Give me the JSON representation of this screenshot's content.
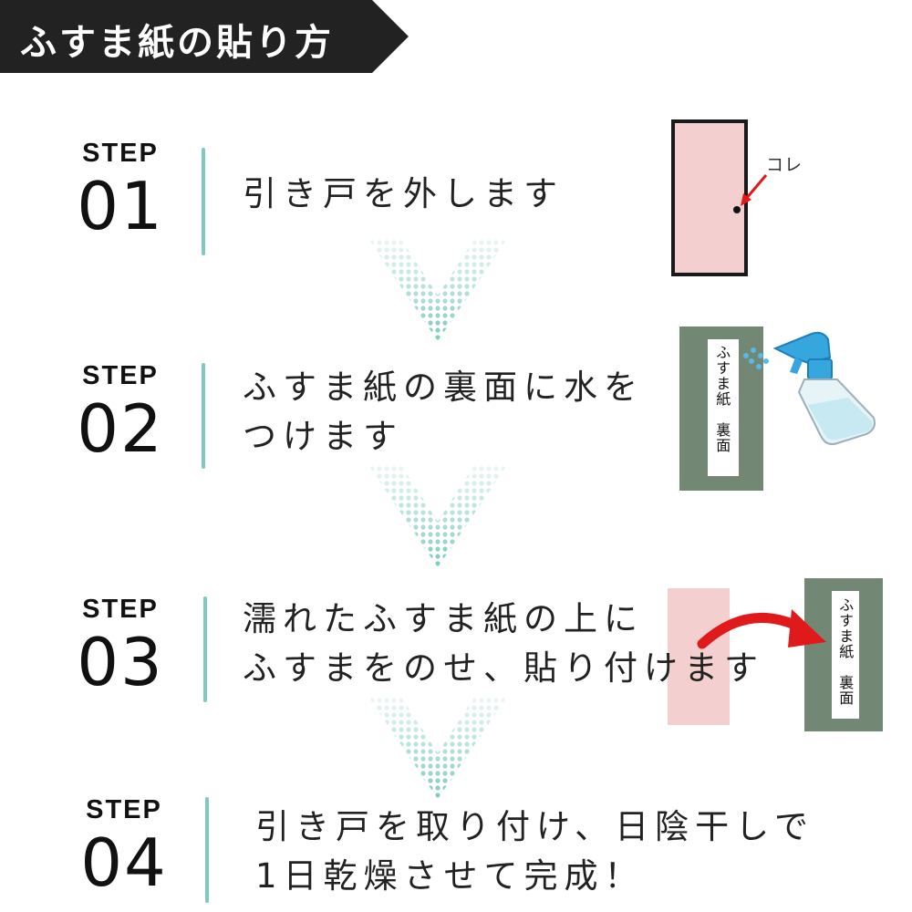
{
  "title": "ふすま紙の貼り方",
  "steps": [
    {
      "label": "STEP",
      "number": "01",
      "lines": [
        "引き戸を外します"
      ]
    },
    {
      "label": "STEP",
      "number": "02",
      "lines": [
        "ふすま紙の裏面に水を",
        "つけます"
      ]
    },
    {
      "label": "STEP",
      "number": "03",
      "lines": [
        "濡れたふすま紙の上に",
        "ふすまをのせ、貼り付けます"
      ]
    },
    {
      "label": "STEP",
      "number": "04",
      "lines": [
        "引き戸を取り付け、日陰干しで",
        "1日乾燥させて完成！"
      ]
    }
  ],
  "illustrations": {
    "door_callout": "コレ",
    "paper_label_step2": "ふすま紙　裏面",
    "paper_label_step3": "ふすま紙　裏面"
  },
  "colors": {
    "banner": "#222222",
    "accent": "#7fc9c1",
    "door_fill": "#f3cfd0",
    "green_board": "#728874",
    "arrow_red": "#e01a1a"
  },
  "icons": [
    "door-icon",
    "spray-bottle-icon",
    "curved-arrow-icon",
    "chevron-down-icon"
  ]
}
